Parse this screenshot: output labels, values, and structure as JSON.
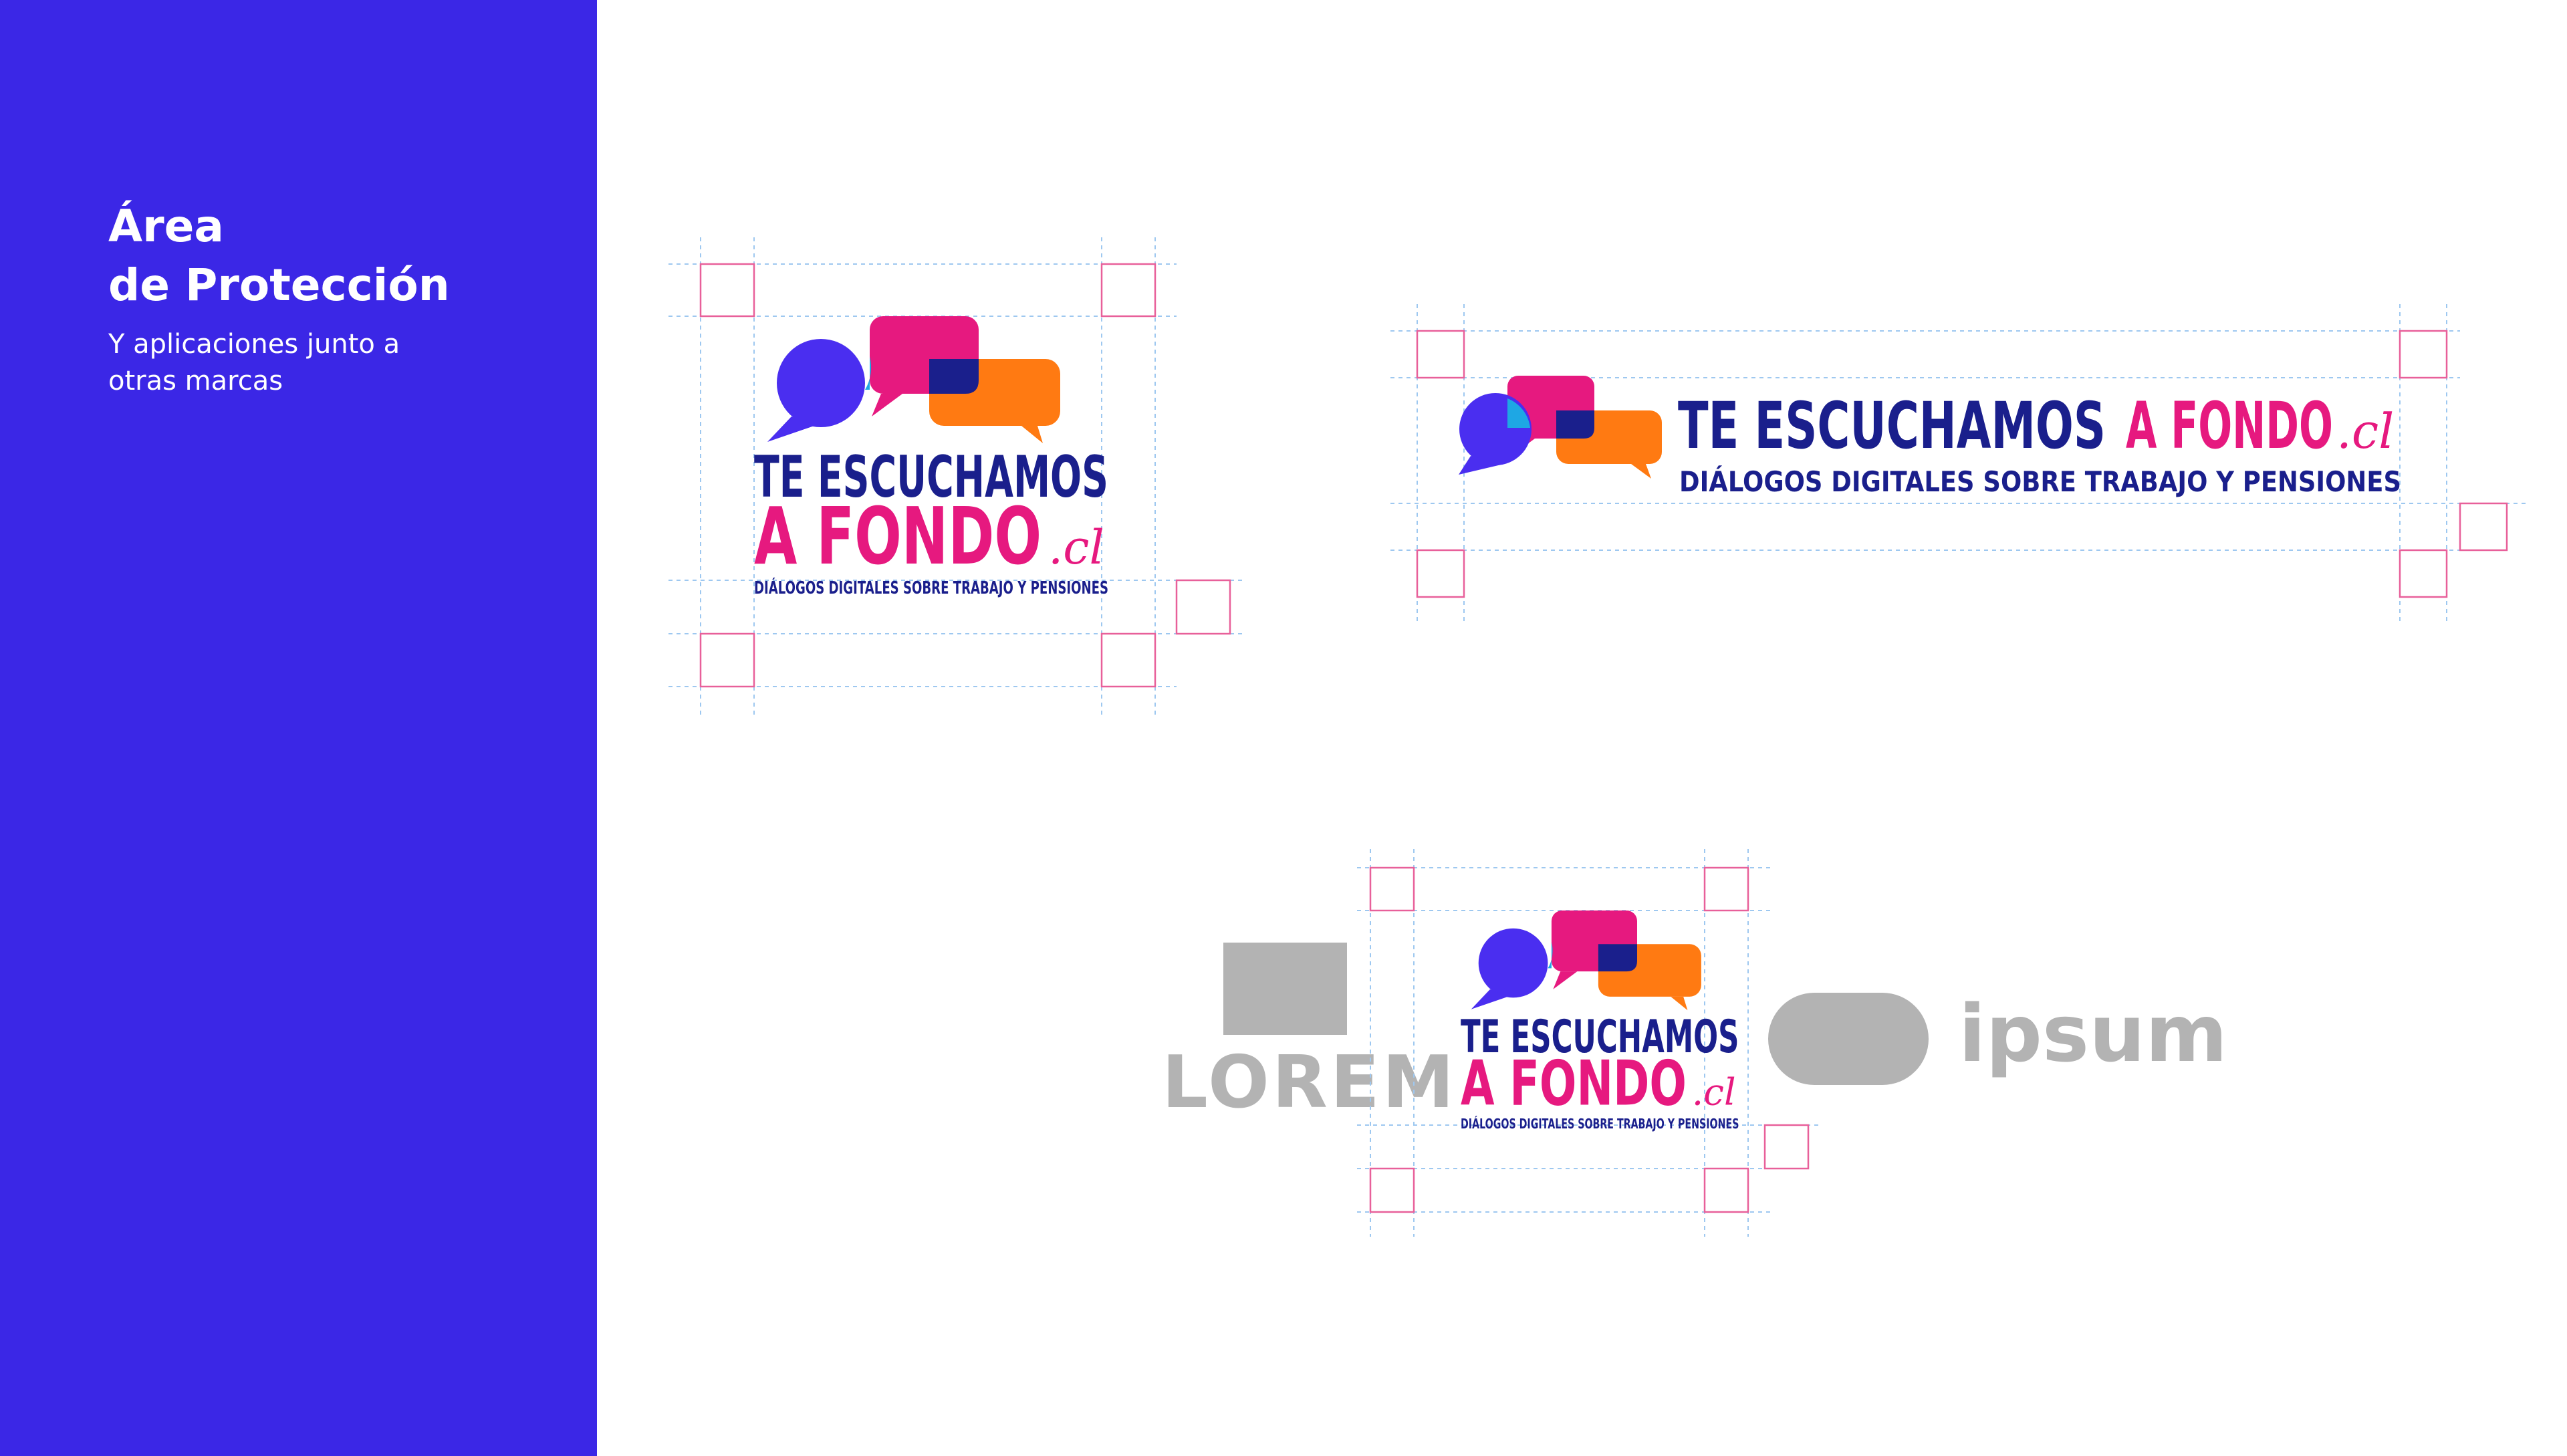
{
  "sidebar": {
    "title_line1": "Área",
    "title_line2": "de Protección",
    "subtitle_line1": "Y aplicaciones junto a",
    "subtitle_line2": "otras marcas"
  },
  "logo": {
    "line1": "TE ESCUCHAMOS",
    "line2_a": "A FONDO",
    "line2_b": ".cl",
    "tagline": "DIÁLOGOS DIGITALES SOBRE TRABAJO Y PENSIONES"
  },
  "partners": {
    "left_name": "LOREM",
    "right_name": "ipsum"
  },
  "colors": {
    "sidebar_bg": "#3b27e6",
    "navy": "#1a1f8c",
    "magenta": "#e6197f",
    "orange": "#ff7a12",
    "cyan": "#1ea7e4",
    "purple": "#4a2ef0",
    "guide_blue": "#9ec8f0",
    "guide_pink": "#e8609a",
    "partner_grey": "#b3b3b3"
  }
}
